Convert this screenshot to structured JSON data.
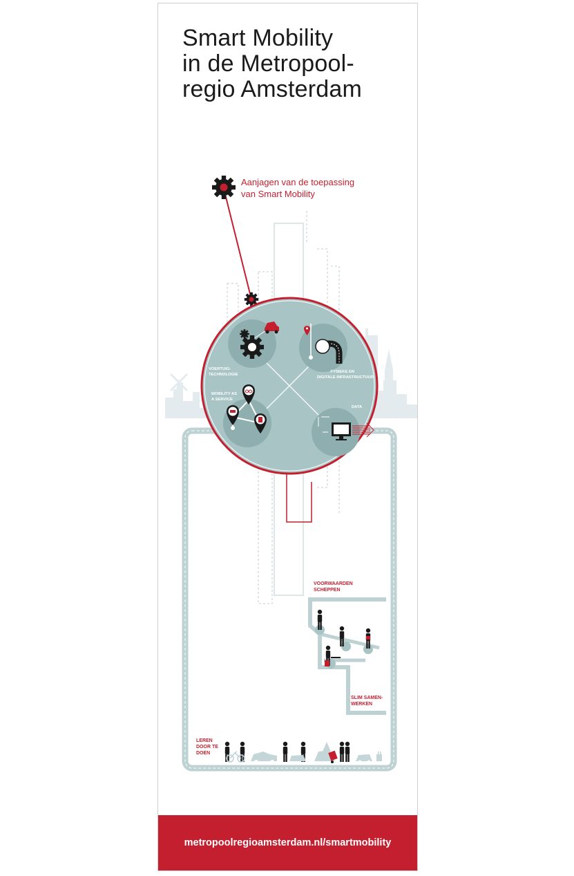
{
  "title": {
    "line1": "Smart Mobility",
    "line2": "in de Metropool-",
    "line3": "regio Amsterdam"
  },
  "intro": {
    "line1": "Aanjagen van de toepassing",
    "line2": "van Smart Mobility"
  },
  "circle_labels": {
    "voertuig1": "VOERTUIG-",
    "voertuig2": "TECHNOLOGIE",
    "fysieke1": "FYSIEKE EN",
    "fysieke2": "DIGITALE INFRASTRUCTUUR",
    "maas1": "MOBILITY AS",
    "maas2": "A SERVICE",
    "data": "DATA"
  },
  "process_labels": {
    "voorwaarden1": "VOORWAARDEN",
    "voorwaarden2": "SCHEPPEN",
    "slim1": "SLIM SAMEN-",
    "slim2": "WERKEN",
    "leren1": "LEREN",
    "leren2": "DOOR TE",
    "leren3": "DOEN"
  },
  "footer": {
    "url": "metropoolregioamsterdam.nl/smartmobility"
  },
  "colors": {
    "red": "#c41f2f",
    "teal": "#a9c4c5",
    "teal_light": "#c4d6d7",
    "skyline": "#e4ebee",
    "dark": "#1a1a1a"
  },
  "icons": [
    "gear-icon",
    "car-icon",
    "map-pin-icon",
    "road-icon",
    "bike-icon",
    "bus-icon",
    "monitor-icon",
    "arrow-right-icon",
    "person-icon",
    "windmill-icon",
    "church-icon"
  ]
}
